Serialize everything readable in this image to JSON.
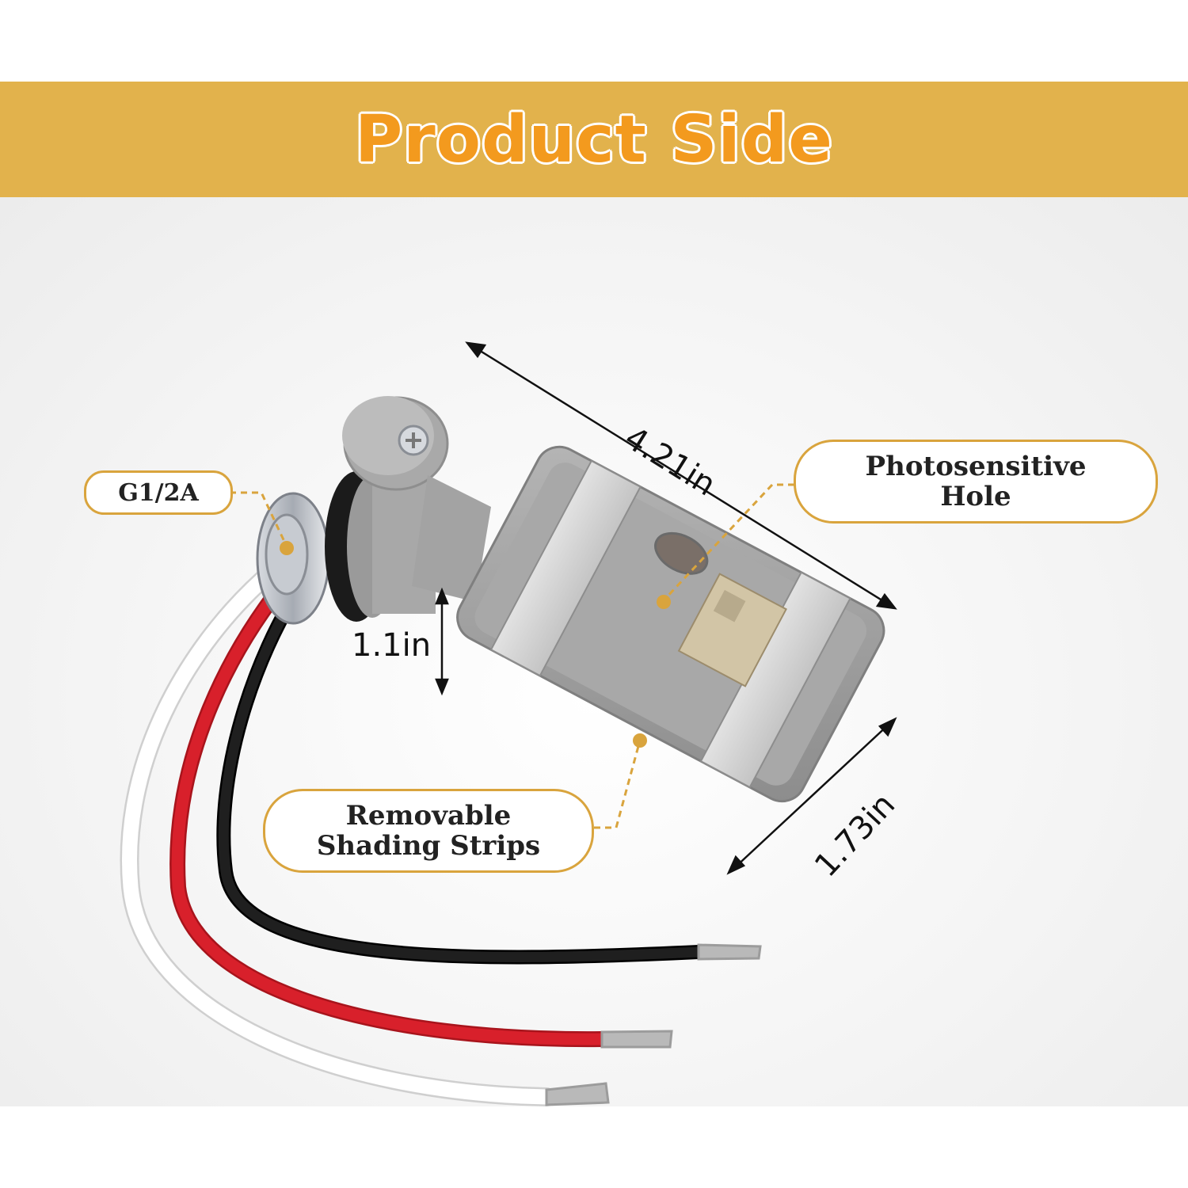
{
  "header": {
    "title": "Product Side"
  },
  "callouts": {
    "thread": "G1/2A",
    "photosensitive": "Photosensitive\nHole",
    "shading": "Removable\nShading Strips"
  },
  "dimensions": {
    "length": "4.21in",
    "height": "1.1in",
    "width": "1.73in"
  },
  "colors": {
    "banner": "#e2b24c",
    "title": "#f39a1e",
    "callout_border": "#d9a43d",
    "body_gray": "#a3a3a3",
    "wire_red": "#d8202b",
    "wire_black": "#1a1a1a",
    "wire_white": "#ffffff"
  }
}
